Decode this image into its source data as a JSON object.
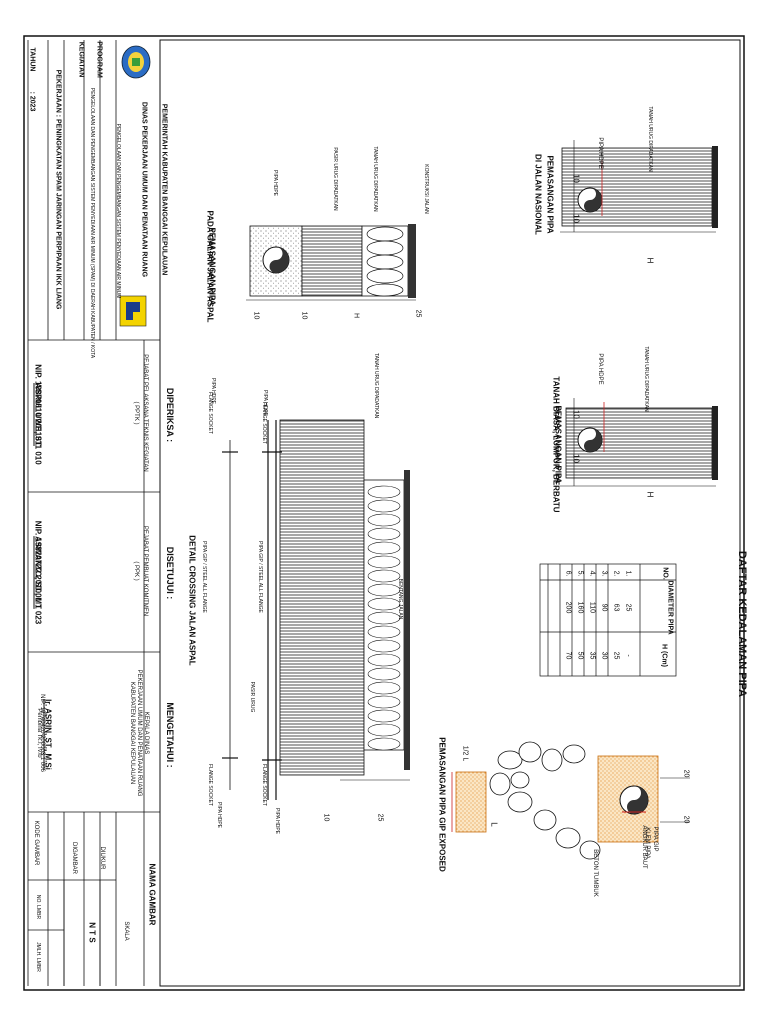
{
  "title_block": {
    "gov_line1": "PEMERINTAH KABUPATEN BANGGAI KEPULAUAN",
    "gov_line2": "DINAS PEKERJAAN UMUM DAN PENATAAN RUANG",
    "program_label": "PROGRAM",
    "program_value": "PENGELOLAAN DAN PENGEMBANGAN SISTEM PENYEDIAAN AIR MINUM",
    "kegiatan_label": "KEGIATAN",
    "kegiatan_value": "PENGELOLAAN DAN PENGEMBANGAN SISTEM PENYEDIAAN AIR MINUM (SPAM) DI DAERAH KABUPATEN / KOTA",
    "pekerjaan": "PEKERJAAN : PENINGKATAN SPAM JARINGAN PERPIPAAN IKK LIANG",
    "tahun_label": "TAHUN",
    "tahun_value": ": 2023"
  },
  "signatures": {
    "diperiksa": {
      "header": "DIPERIKSA :",
      "role": "PEJABAT PELAKSANA TEKNIS KEGIATAN",
      "abbr": "( PPTK )",
      "name": "ASRUL UWE, ST",
      "nip": "NIP. 19870610 2011011 010"
    },
    "disetujui": {
      "header": "DISETUJUI :",
      "role": "PEJABAT PEMBUAT KOMITMEN",
      "abbr": "( PPK )",
      "name": "ASWANTO, ST., MT",
      "nip": "NIP. 19820722 201001 1 023"
    },
    "mengetahui": {
      "header": "MENGETAHUI :",
      "role1": "KEPALA DINAS",
      "role2": "PEKERJAAN UMUM DAN PENATAAN RUANG",
      "role3": "KABUPATEN BANGGAI KEPULAUAN",
      "name": "Ir. ASRIN, ST., M.Si",
      "rank": "Pembina Tk.I, IV/b",
      "nip": "NIP. 19740420 200003 1 006"
    }
  },
  "drawing_info": {
    "nama_gambar": "NAMA GAMBAR",
    "dukur": "DIUKUR",
    "digambar": "DIGAMBAR",
    "skala": "SKALA",
    "skala_value": "N T S",
    "kode": "KODE GAMBAR",
    "no_lmbr": "NO. LMBR",
    "jml_lmbr": "JMLH. LMBR"
  },
  "depth_table": {
    "title": "DAFTAR KEDALAMAN PIPA",
    "headers": [
      "NO.",
      "DIAMETER PIPA",
      "H (Cm)"
    ],
    "rows": [
      [
        "1.",
        "25",
        "-"
      ],
      [
        "2.",
        "63",
        "25"
      ],
      [
        "3.",
        "90",
        "30"
      ],
      [
        "4.",
        "110",
        "35"
      ],
      [
        "5.",
        "160",
        "50"
      ],
      [
        "6.",
        "200",
        "70"
      ]
    ]
  },
  "details": {
    "nasional": {
      "title1": "PEMASANGAN PIPA",
      "title2": "DI JALAN NASIONAL",
      "label_tanah": "TANAH URUG DIPADATKAN",
      "label_pipa": "PIPA HDPE",
      "dim10a": "10",
      "dim10b": "10",
      "dimH": "H"
    },
    "tanah": {
      "title1": "PEMASANGAN PIPA",
      "title2": "TANAH BIASA, LUMPUR, BERBATU",
      "label_tanah": "TANAH URUG DIPADATKAN",
      "label_pipa": "PIPA HDPE",
      "dim10a": "10",
      "dim10b": "10",
      "dimH": "H"
    },
    "aspal": {
      "title1": "PEMASANGAN PIPA",
      "title2": "PADA GALIAN JALAN ASPAL",
      "label_konstruksi": "KONSTRUKSI JALAN",
      "label_tanah": "TANAH URUG DIPADATKAN",
      "label_pasir": "PASIR URUG DIPADATKAN",
      "label_pipa": "PIPA HDPE",
      "dim25": "25",
      "dimH": "H",
      "dim10a": "10",
      "dim10b": "10"
    },
    "crossing": {
      "title": "DETAIL CROSSING JALAN ASPAL",
      "bentang": "BENTANG JALAN",
      "tanah": "TANAH URUG DIPADATKAN",
      "pipa_hdpe": "PIPA HDPE",
      "flange_socket": "FLANGE SOCKET",
      "pipa_gip": "PIPA GIP / STEEL ALL FLANGE",
      "pasir": "PASIR URUG",
      "dim25": "25",
      "dim10": "10"
    },
    "exposed": {
      "title": "PEMASANGAN PIPA GIP EXPOSED",
      "pipa_gip": "PIPA GIP",
      "klem": "KLEM PIPA",
      "angkur": "ANGKUR BAUT",
      "beton": "BETON TUMBUK",
      "dim20a": "20",
      "dim20b": "20",
      "dimL": "L",
      "dimhalf": "1/2 L"
    }
  }
}
